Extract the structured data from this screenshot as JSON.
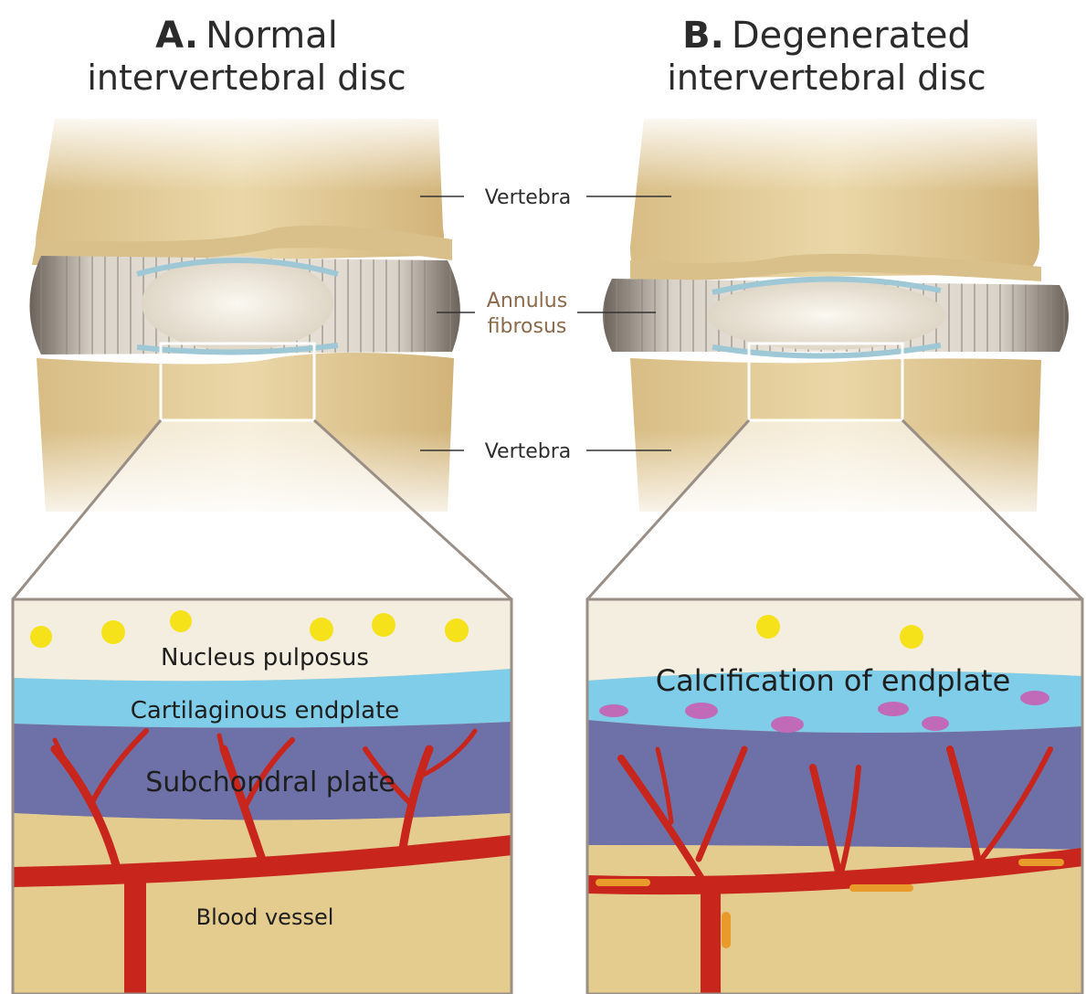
{
  "panel_a": {
    "letter": "A.",
    "title_line1": "Normal",
    "title_line2": "intervertebral disc",
    "zoom_labels": {
      "nucleus": "Nucleus pulposus",
      "endplate": "Cartilaginous endplate",
      "subchondral": "Subchondral plate",
      "vessel": "Blood vessel"
    }
  },
  "panel_b": {
    "letter": "B.",
    "title_line1": "Degenerated",
    "title_line2": "intervertebral disc",
    "zoom_labels": {
      "calcification": "Calcification of endplate"
    }
  },
  "center_labels": {
    "vertebra_top": "Vertebra",
    "annulus_line1": "Annulus",
    "annulus_line2": "fibrosus",
    "vertebra_bottom": "Vertebra"
  },
  "colors": {
    "bone": "#e6cf9a",
    "nucleus": "#f4efe2",
    "cartilage": "#7fcde8",
    "subchondral": "#6d71a8",
    "vessel": "#c8251c",
    "cells": "#f5e21b",
    "calcification": "#c06ab8"
  }
}
